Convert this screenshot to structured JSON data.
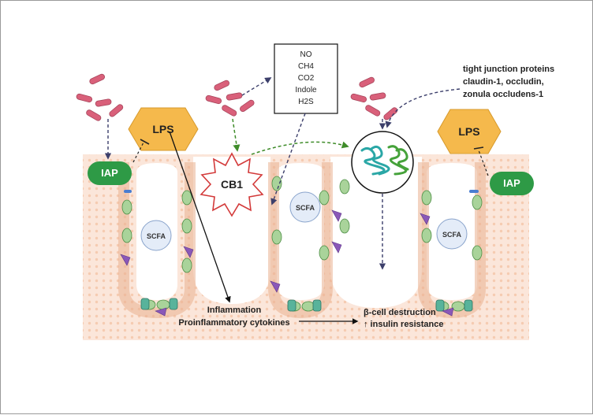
{
  "gas_box": {
    "items": [
      "NO",
      "CH4",
      "CO2",
      "Indole",
      "H2S"
    ]
  },
  "tight_junction": {
    "lines": [
      "tight junction proteins",
      "claudin-1, occludin,",
      "zonula occludens-1"
    ]
  },
  "labels": {
    "lps_left": "LPS",
    "lps_right": "LPS",
    "iap_left": "IAP",
    "iap_right": "IAP",
    "cb1": "CB1",
    "scfa_1": "SCFA",
    "scfa_2": "SCFA",
    "scfa_3": "SCFA",
    "inflammation": "Inflammation",
    "cytokines": "Proinflammatory cytokines",
    "beta_cell": "β-cell destruction",
    "insulin": "↑ insulin resistance"
  },
  "colors": {
    "bacteria": "#d9607a",
    "lps": "#f5b94c",
    "iap": "#2e9a46",
    "tissue": "#fbe6da",
    "epithelium": "#f6c9ad",
    "scfa_fill": "#e4ecf8",
    "dashed_arrow": "#3c3f6b",
    "green_arrow": "#3f8c2a",
    "cb1_stroke": "#d33a3a"
  }
}
